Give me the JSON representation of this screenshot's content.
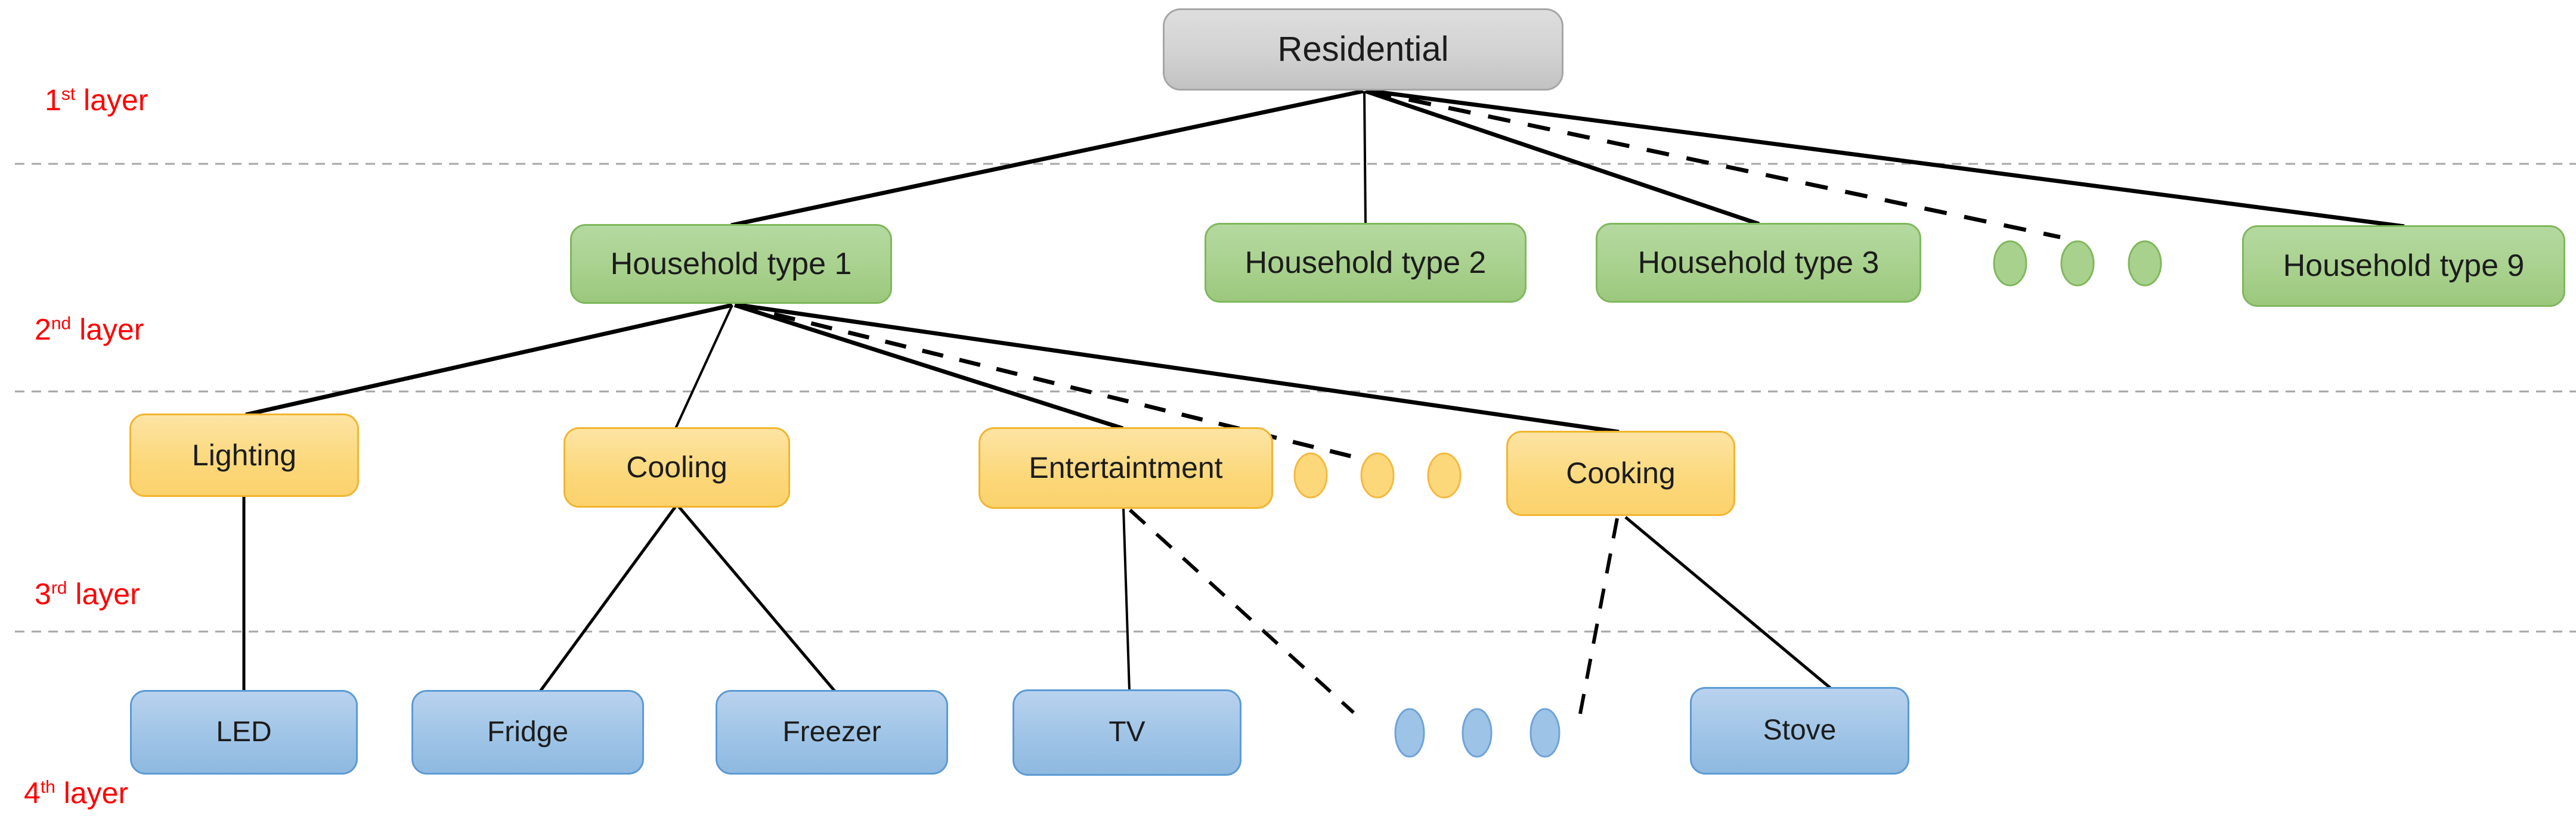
{
  "diagram": {
    "root_label": "Residential",
    "layer_labels": [
      {
        "number": "1",
        "ordinal": "st",
        "word": " layer"
      },
      {
        "number": "2",
        "ordinal": "nd",
        "word": " layer"
      },
      {
        "number": "3",
        "ordinal": "rd",
        "word": " layer"
      },
      {
        "number": "4",
        "ordinal": "th",
        "word": " layer"
      }
    ],
    "household_nodes": [
      {
        "label": "Household type 1"
      },
      {
        "label": "Household type 2"
      },
      {
        "label": "Household type 3"
      },
      {
        "label": "Household type 9"
      }
    ],
    "category_nodes": [
      {
        "label": "Lighting"
      },
      {
        "label": "Cooling"
      },
      {
        "label": "Entertaintment"
      },
      {
        "label": "Cooking"
      }
    ],
    "appliance_nodes": [
      {
        "label": "LED"
      },
      {
        "label": "Fridge"
      },
      {
        "label": "Freezer"
      },
      {
        "label": "TV"
      },
      {
        "label": "Stove"
      }
    ],
    "ellipsis_groups": [
      {
        "name": "household-ellipsis",
        "dots": 3
      },
      {
        "name": "category-ellipsis",
        "dots": 3
      },
      {
        "name": "appliance-ellipsis",
        "dots": 3
      }
    ],
    "colors": {
      "root_fill": "#d2d2d2",
      "household_fill": "#a9d18e",
      "category_fill": "#fcd87a",
      "appliance_fill": "#9dc3e6",
      "layer_label_text": "#ff0000",
      "separator": "#a6a6a6",
      "connector": "#000000"
    }
  }
}
